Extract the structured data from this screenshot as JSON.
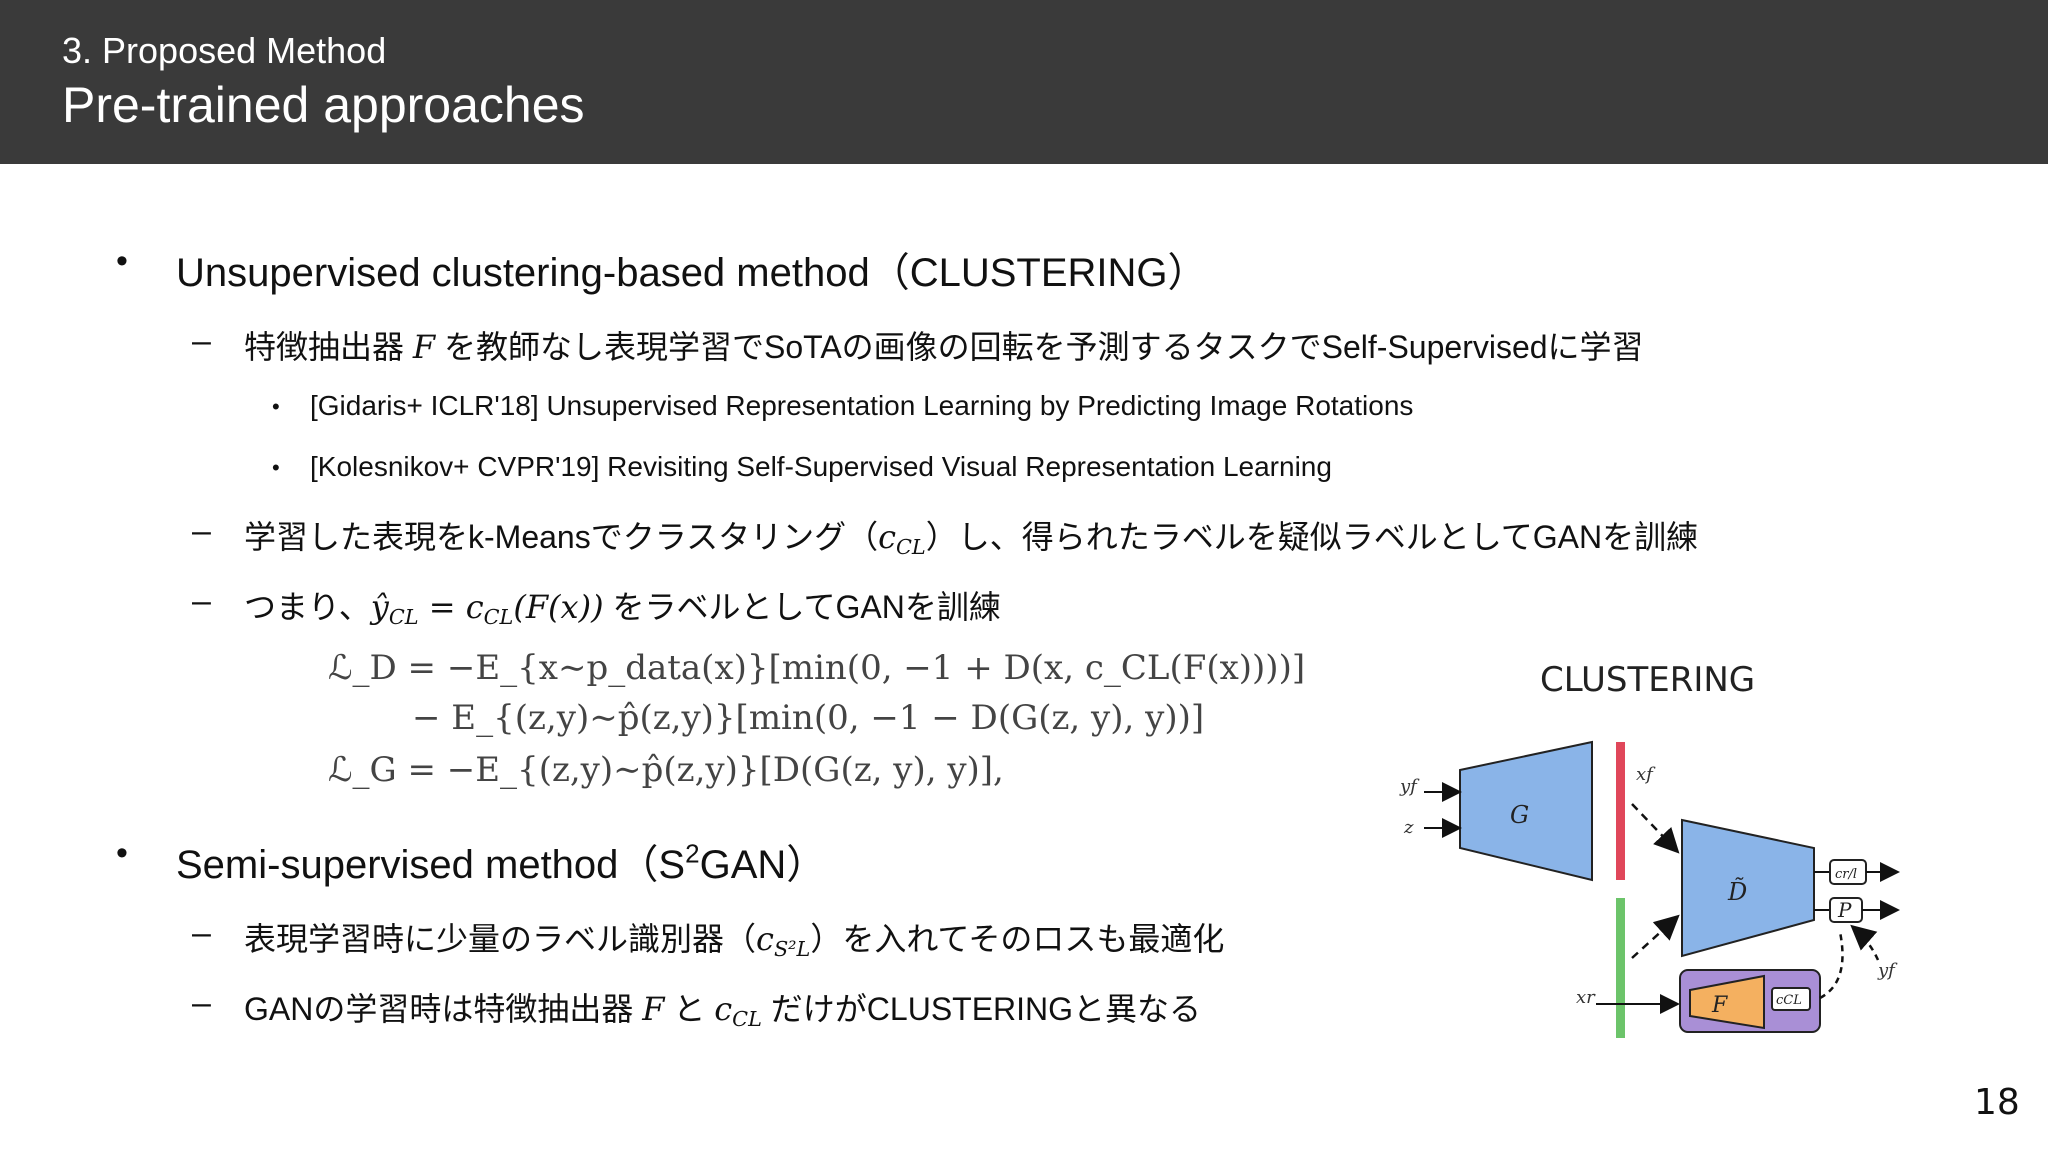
{
  "header": {
    "section": "3. Proposed Method",
    "title": "Pre-trained approaches"
  },
  "bullet1": {
    "marker": "•",
    "text": "Unsupervised clustering-based method（CLUSTERING）",
    "sub1": {
      "marker": "–",
      "pre": "特徴抽出器 ",
      "var": "F",
      "post": " を教師なし表現学習でSoTAの画像の回転を予測するタスクでSelf-Supervisedに学習",
      "refs": [
        "[Gidaris+ ICLR'18] Unsupervised Representation Learning by Predicting Image Rotations",
        "[Kolesnikov+ CVPR'19] Revisiting Self-Supervised Visual Representation Learning"
      ],
      "ref_marker": "•"
    },
    "sub2": {
      "marker": "–",
      "pre": "学習した表現をk-Meansでクラスタリング（",
      "var": "c",
      "var_sub": "CL",
      "post": "）し、得られたラベルを疑似ラベルとしてGANを訓練"
    },
    "sub3": {
      "marker": "–",
      "pre": "つまり、",
      "formula": "ŷ",
      "formula_sub": "CL",
      "formula_rest": " = c",
      "formula_rest_sub": "CL",
      "formula_tail": "(F(x))",
      "post": " をラベルとしてGANを訓練"
    }
  },
  "equations": {
    "line1": "ℒ_D = −E_{x∼p_data(x)}[min(0, −1 + D(x, c_CL(F(x))))]",
    "line2": "− E_{(z,y)∼p̂(z,y)}[min(0, −1 − D(G(z, y), y))]",
    "line3": "ℒ_G = −E_{(z,y)∼p̂(z,y)}[D(G(z, y), y)],"
  },
  "bullet2": {
    "marker": "•",
    "text_pre": "Semi-supervised method（S",
    "text_sup": "2",
    "text_post": "GAN）",
    "sub1": {
      "marker": "–",
      "pre": "表現学習時に少量のラベル識別器（",
      "var": "c",
      "var_sub": "S²L",
      "post": "）を入れてそのロスも最適化"
    },
    "sub2": {
      "marker": "–",
      "pre": "GANの学習時は特徴抽出器 ",
      "var1": "F",
      "mid": " と ",
      "var2": "c",
      "var2_sub": "CL",
      "post": " だけがCLUSTERINGと異なる"
    }
  },
  "figure": {
    "label": "CLUSTERING",
    "G": "G",
    "D": "D̃",
    "F": "F",
    "ccl": "cCL",
    "crl": "cr/l",
    "P": "P",
    "yf": "yf",
    "z": "z",
    "xf": "xf",
    "xr": "xr",
    "yf2": "yf",
    "colors": {
      "generator": "#8ab4e8",
      "fake_bar": "#e0475a",
      "real_bar": "#6cc46a",
      "encoder_box": "#a98fd6",
      "F_block": "#f4b060"
    }
  },
  "page_number": "18"
}
